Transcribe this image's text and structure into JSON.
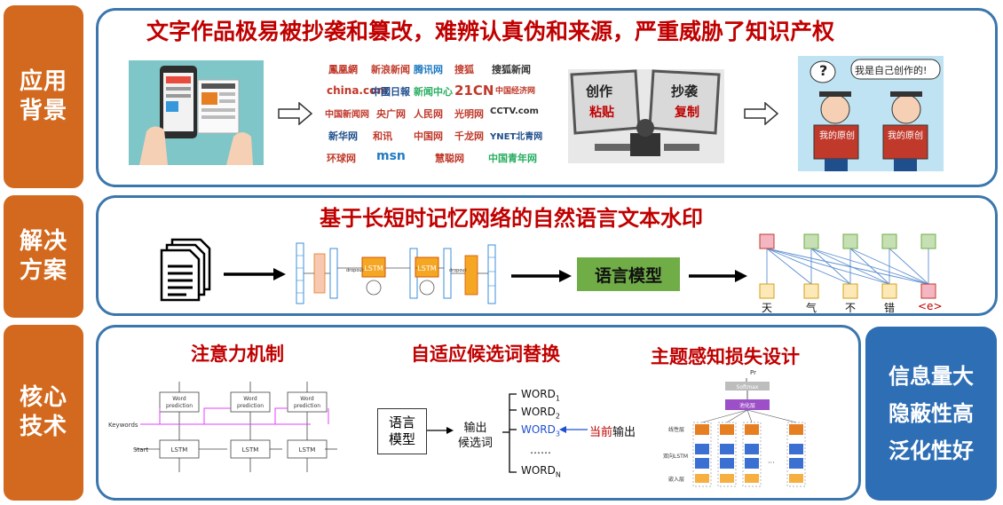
{
  "tabs": {
    "background": [
      "应用",
      "背景"
    ],
    "solution": [
      "解决",
      "方案"
    ],
    "core": [
      "核心",
      "技术"
    ]
  },
  "panel1": {
    "title": "文字作品极易被抄袭和篡改，难辨认真伪和来源，严重威胁了知识产权",
    "logos": [
      "鳳凰網",
      "新浪新闻",
      "腾讯网",
      "搜狐",
      "搜狐新闻",
      "china.com",
      "中國日報",
      "新闻中心",
      "21CN",
      "中国经济网",
      "中国新闻网",
      "央广网",
      "人民网",
      "光明网",
      "CCTV.com",
      "新华网",
      "和讯",
      "中国网",
      "千龙网",
      "YNET北青网",
      "环球网",
      "msn",
      "慧聪网",
      "中国青年网"
    ],
    "monitor_left": [
      "创作",
      "粘贴"
    ],
    "monitor_right": [
      "抄袭",
      "复制"
    ],
    "speech": "我是自己创作的!",
    "question": "?",
    "boards": [
      "我的原创",
      "我的原创"
    ]
  },
  "panel2": {
    "title": "基于长短时记忆网络的自然语言文本水印",
    "lstm": "LSTM",
    "dropout": "dropout",
    "lm_box": "语言模型",
    "tokens": [
      "天",
      "气",
      "不",
      "错",
      "<e>"
    ]
  },
  "panel3": {
    "sections": [
      "注意力机制",
      "自适应候选词替换",
      "主题感知损失设计"
    ],
    "att": {
      "word_pred": "Word prediction",
      "lstm": "LSTM",
      "keywords": "Keywords",
      "start": "Start"
    },
    "adapt": {
      "lm": [
        "语言",
        "模型"
      ],
      "output": [
        "输出",
        "候选词"
      ],
      "words": [
        "WORD",
        "WORD",
        "WORD",
        "……",
        "WORD"
      ],
      "subs": [
        "1",
        "2",
        "3",
        "",
        "N"
      ],
      "current_a": "当前",
      "current_b": "输出"
    },
    "topic": {
      "softmax": "Softmax",
      "pool": "池化层",
      "layer_linear": "线性层",
      "layer_bilstm": "双向LSTM",
      "layer_embed": "嵌入层",
      "pr": "Pr"
    }
  },
  "side": [
    "信息量大",
    "隐蔽性高",
    "泛化性好"
  ],
  "colors": {
    "tab": "#d2691e",
    "border": "#3b76ad",
    "red": "#c00000",
    "side": "#2e6eb5",
    "green": "#70ad47"
  }
}
